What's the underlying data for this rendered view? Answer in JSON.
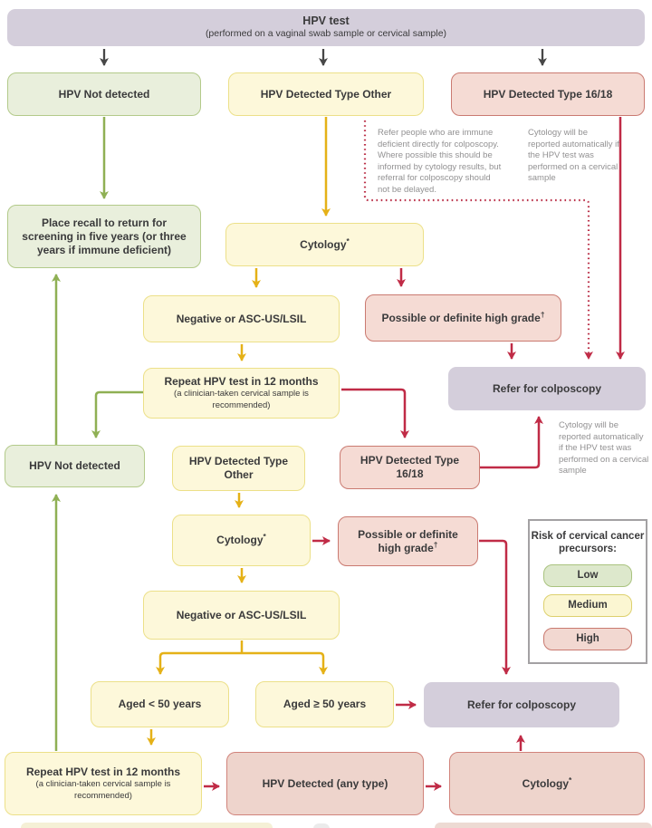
{
  "banner": {
    "title": "HPV test",
    "subtitle": "(performed on a vaginal swab sample or cervical sample)"
  },
  "nodes": {
    "hpv_not_detected": "HPV Not detected",
    "hpv_detected_other": "HPV Detected Type Other",
    "hpv_detected_1618": "HPV Detected Type 16/18",
    "place_recall": "Place recall to return for screening in five years (or three years if immune deficient)",
    "cytology": "Cytology",
    "cytology_sup": "*",
    "negative_ascus": "Negative or ASC-US/LSIL",
    "possible_high_grade": "Possible or definite high grade",
    "high_grade_sup": "†",
    "repeat_hpv": "Repeat HPV test in 12 months",
    "repeat_hpv_sub": "(a clinician-taken cervical sample is recommended)",
    "refer_colposcopy": "Refer for colposcopy",
    "aged_lt50": "Aged < 50 years",
    "aged_ge50": "Aged ≥ 50 years",
    "hpv_detected_any": "HPV Detected (any type)"
  },
  "notes": {
    "immune_deficient": "Refer people who are immune deficient directly for colposcopy. Where possible this should be informed by cytology results, but referral for colposcopy should not be delayed.",
    "cytology_auto_top": "Cytology will be reported automatically if the HPV test was performed on a cervical sample",
    "cytology_auto_mid": "Cytology will be reported automatically if the HPV test was performed on a cervical sample"
  },
  "legend": {
    "title": "Risk of cervical cancer precursors:",
    "items": [
      {
        "label": "Low",
        "color": "#dde8cc"
      },
      {
        "label": "Medium",
        "color": "#fbf6d2"
      },
      {
        "label": "High",
        "color": "#f2d8d1"
      }
    ]
  },
  "colors": {
    "lavender_box": "#d4cedb",
    "green_box": "#e9efdc",
    "yellow_box": "#fdf8da",
    "pink_box": "#f5dbd4",
    "arrow_green": "#8fb054",
    "arrow_gold": "#e5b117",
    "arrow_red": "#c02b46",
    "arrow_gray": "#474747"
  }
}
